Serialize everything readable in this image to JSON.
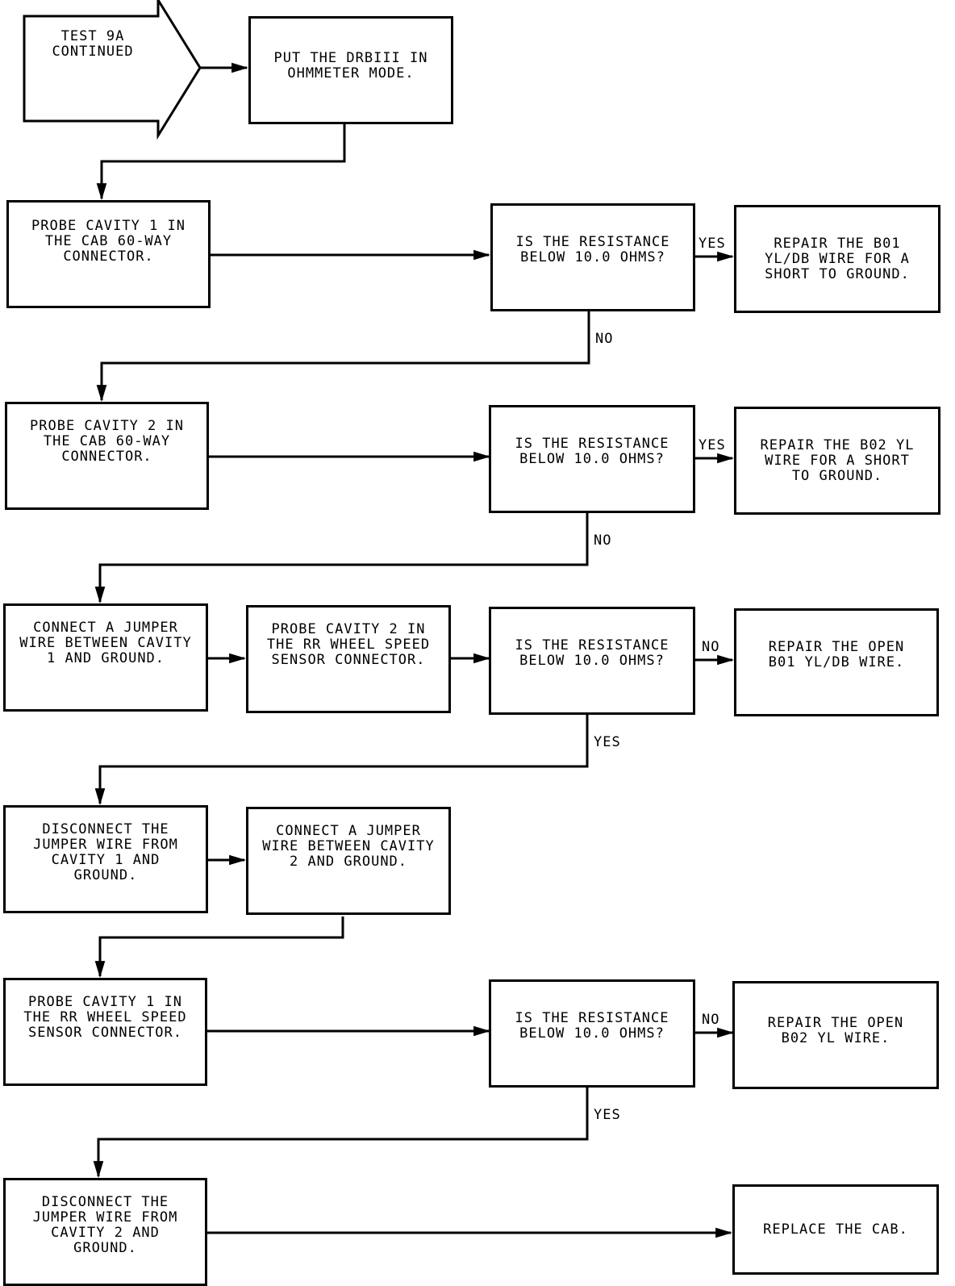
{
  "start": {
    "text": "TEST 9A\nCONTINUED"
  },
  "boxes": {
    "put_ohmmeter": "PUT THE DRBIII IN\nOHMMETER MODE.",
    "probe_cav1_cab": "PROBE CAVITY 1 IN\nTHE CAB 60-WAY\nCONNECTOR.",
    "q1": "IS THE RESISTANCE\nBELOW 10.0 OHMS?",
    "repair_b01_short": "REPAIR THE B01\nYL/DB WIRE FOR A\nSHORT TO GROUND.",
    "probe_cav2_cab": "PROBE CAVITY 2 IN\nTHE CAB 60-WAY\nCONNECTOR.",
    "q2": "IS THE RESISTANCE\nBELOW 10.0 OHMS?",
    "repair_b02_short": "REPAIR THE B02 YL\nWIRE FOR A SHORT\nTO GROUND.",
    "jumper_cav1": "CONNECT A JUMPER\nWIRE BETWEEN CAVITY\n1 AND GROUND.",
    "probe_cav2_rr": "PROBE CAVITY 2 IN\nTHE RR WHEEL SPEED\nSENSOR CONNECTOR.",
    "q3": "IS THE RESISTANCE\nBELOW 10.0 OHMS?",
    "repair_open_b01": "REPAIR THE OPEN\nB01 YL/DB WIRE.",
    "disconnect_cav1": "DISCONNECT THE\nJUMPER WIRE FROM\nCAVITY 1 AND\nGROUND.",
    "jumper_cav2": "CONNECT A JUMPER\nWIRE BETWEEN CAVITY\n2 AND GROUND.",
    "probe_cav1_rr": "PROBE CAVITY 1 IN\nTHE RR WHEEL SPEED\nSENSOR CONNECTOR.",
    "q4": "IS THE RESISTANCE\nBELOW 10.0 OHMS?",
    "repair_open_b02": "REPAIR THE OPEN\nB02 YL WIRE.",
    "disconnect_cav2": "DISCONNECT THE\nJUMPER WIRE FROM\nCAVITY 2 AND\nGROUND.",
    "replace_cab": "REPLACE THE CAB."
  },
  "labels": {
    "yes": "YES",
    "no": "NO"
  }
}
